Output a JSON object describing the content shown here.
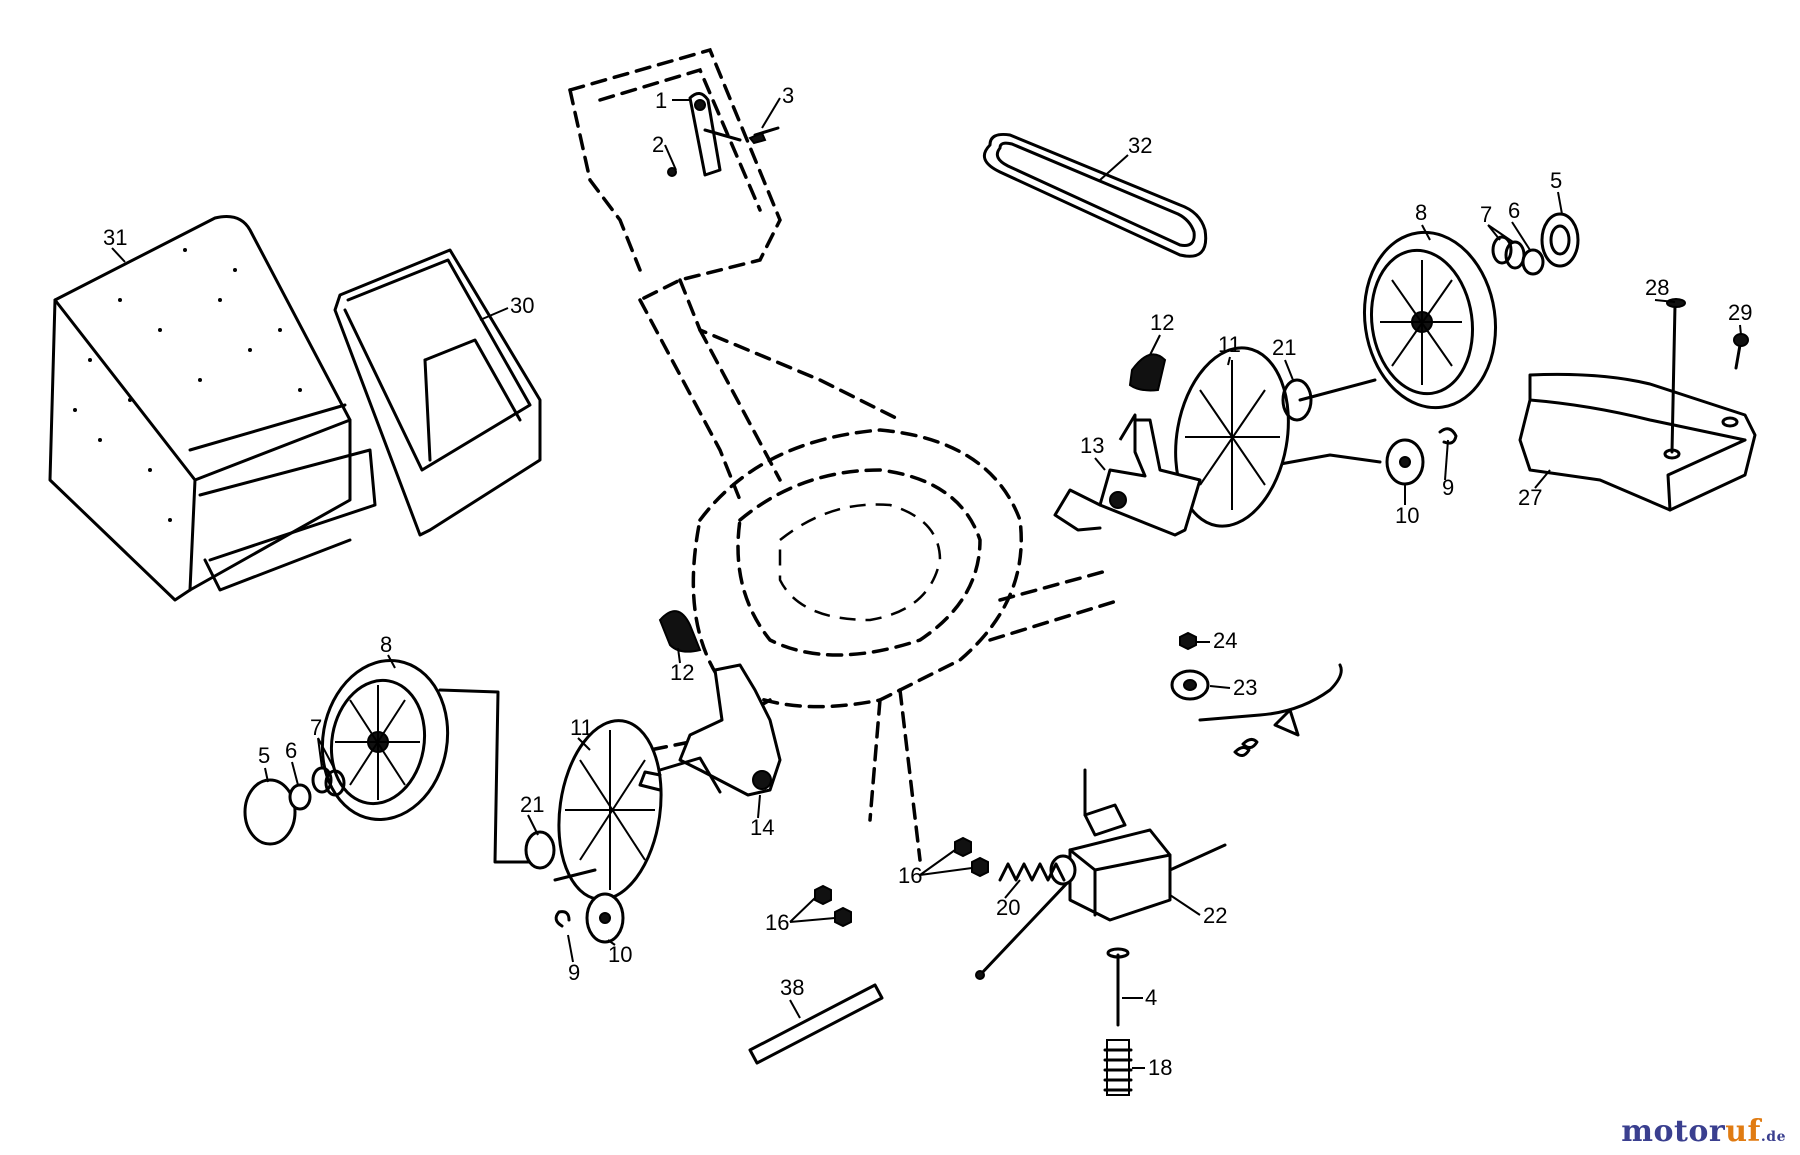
{
  "diagram": {
    "labels": {
      "l1": "1",
      "l2": "2",
      "l3": "3",
      "l4": "4",
      "l5a": "5",
      "l5b": "5",
      "l6a": "6",
      "l6b": "6",
      "l7a": "7",
      "l7b": "7",
      "l8a": "8",
      "l8b": "8",
      "l9a": "9",
      "l9b": "9",
      "l10a": "10",
      "l10b": "10",
      "l11a": "11",
      "l11b": "11",
      "l12a": "12",
      "l12b": "12",
      "l13": "13",
      "l14": "14",
      "l16a": "16",
      "l16b": "16",
      "l18": "18",
      "l20": "20",
      "l21a": "21",
      "l21b": "21",
      "l22": "22",
      "l23": "23",
      "l24": "24",
      "l27": "27",
      "l28": "28",
      "l29": "29",
      "l30": "30",
      "l31": "31",
      "l32": "32",
      "l38": "38"
    }
  },
  "watermark": {
    "name_a": "motor",
    "name_b": "uf",
    "tld": ".de"
  }
}
